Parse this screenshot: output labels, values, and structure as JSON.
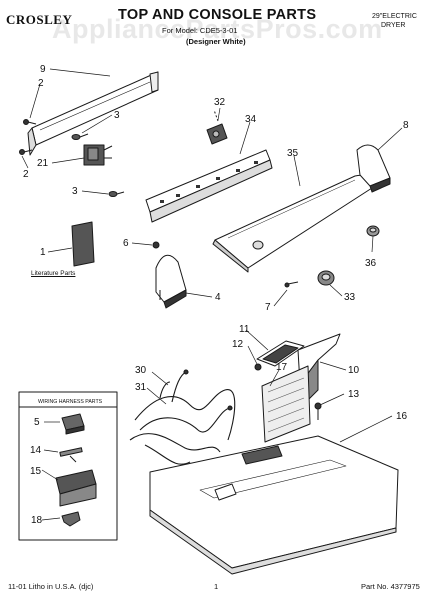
{
  "header": {
    "brand": "CROSLEY",
    "brand_sub": "",
    "title": "TOP AND CONSOLE PARTS",
    "model_line": "For Model: CDE5-3-01",
    "variant": "(Designer White)",
    "spec_line1": "29\"ELECTRIC",
    "spec_line2": "DRYER"
  },
  "watermark": "AppliancePartsPros.com",
  "footer": {
    "left": "11-01 Litho in U.S.A. (djc)",
    "center": "1",
    "right": "Part No. 4377975"
  },
  "labels": {
    "literature_parts": "Literature Parts",
    "wiring_harness_parts": "WIRING HARNESS PARTS"
  },
  "callouts": [
    "9",
    "2",
    "3",
    "21",
    "2",
    "3",
    "1",
    "6",
    "4",
    "32",
    "34",
    "8",
    "35",
    "36",
    "33",
    "7",
    "11",
    "12",
    "10",
    "17",
    "13",
    "16",
    "30",
    "31",
    "5",
    "14",
    "15",
    "18"
  ],
  "colors": {
    "line": "#1a1a1a",
    "part_fill": "#ffffff",
    "shade": "#777777",
    "dark": "#2a2a2a"
  }
}
